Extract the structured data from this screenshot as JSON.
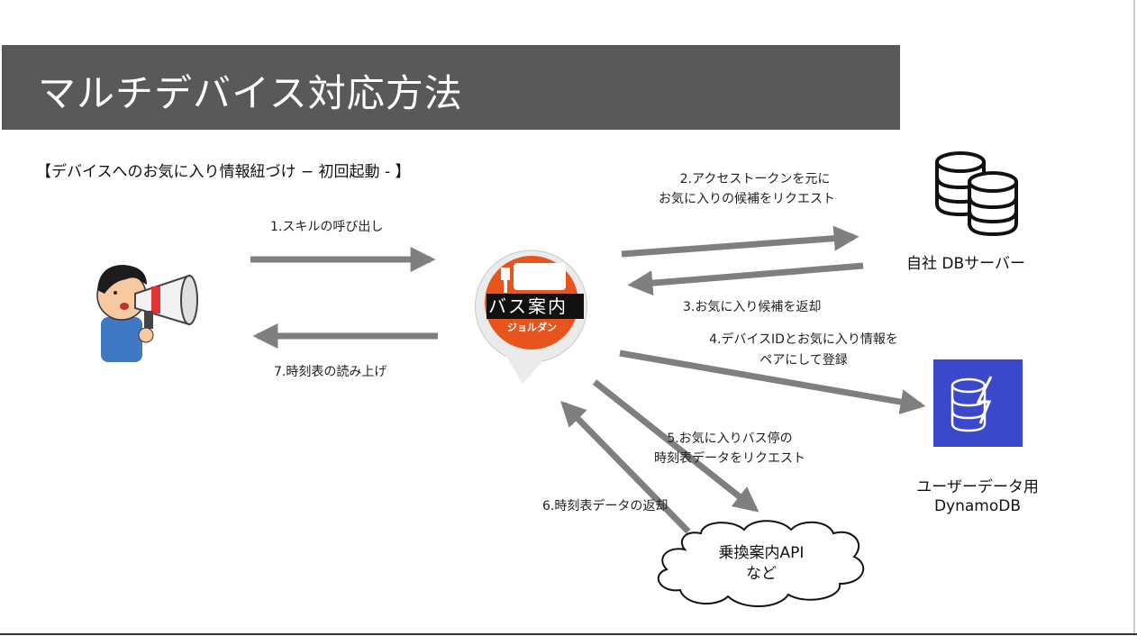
{
  "title": "マルチデバイス対応方法",
  "subtitle": "【デバイスへのお気に入り情報紐づけ − 初回起動 - 】",
  "app_icon": {
    "brand_color": "#e8541c",
    "line1": "バス案内",
    "line2": "ジョルダン"
  },
  "nodes": {
    "db_server": "自社 DBサーバー",
    "dynamodb_line1": "ユーザーデータ用",
    "dynamodb_line2": "DynamoDB",
    "api_line1": "乗換案内API",
    "api_line2": "など"
  },
  "steps": {
    "s1": "1.スキルの呼び出し",
    "s2_line1": "2.アクセストークンを元に",
    "s2_line2": "お気に入りの候補をリクエスト",
    "s3": "3.お気に入り候補を返却",
    "s4_line1": "4.デバイスIDとお気に入り情報を",
    "s4_line2": "ペアにして登録",
    "s5_line1": "5.お気に入りバス停の",
    "s5_line2": "時刻表データをリクエスト",
    "s6": "6.時刻表データの返却",
    "s7": "7.時刻表の読み上げ"
  },
  "colors": {
    "title_bar": "#595959",
    "arrow": "#7f7f7f",
    "aws_dynamodb": "#3b48cc"
  }
}
